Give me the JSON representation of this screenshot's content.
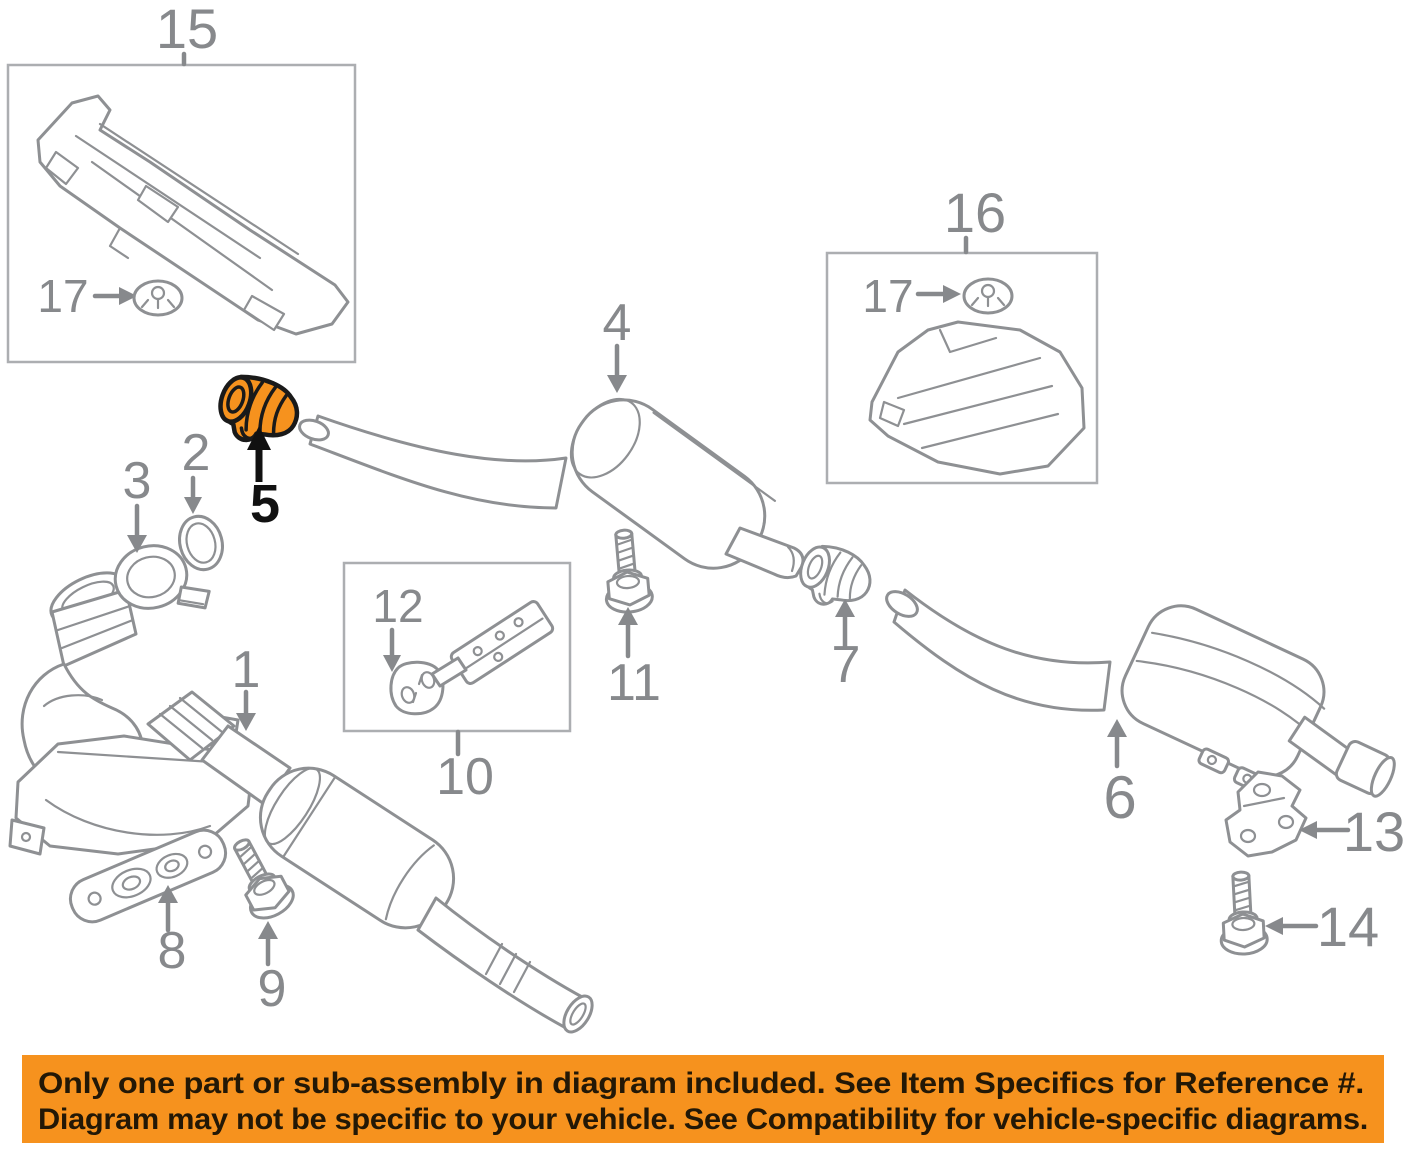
{
  "diagram": {
    "line_color": "#8E9093",
    "label_color": "#87898C",
    "highlight_color": "#F6921E",
    "highlight_outline": "#1A1A1A",
    "callouts": {
      "front_heat_shield": "15",
      "front_shield_grommet": "17",
      "highlighted_connector": "5",
      "gasket_ring": "2",
      "front_clamp": "3",
      "front_exhaust_pipe": "1",
      "center_muffler": "4",
      "center_bolt": "11",
      "insulator_pad": "12",
      "bracket_assembly": "10",
      "pipe_clamp": "7",
      "rear_heat_shield": "16",
      "rear_shield_grommet": "17",
      "rear_muffler": "6",
      "rear_bracket": "13",
      "rear_bolt": "14",
      "flange_plate": "8",
      "flange_bolt": "9"
    }
  },
  "banner": {
    "bg_color": "#F6921E",
    "text_color": "#231806",
    "line1": "Only one part or sub-assembly in diagram included. See Item Specifics for Reference #.",
    "line2": "Diagram may not be specific to your vehicle. See Compatibility for vehicle-specific diagrams."
  }
}
